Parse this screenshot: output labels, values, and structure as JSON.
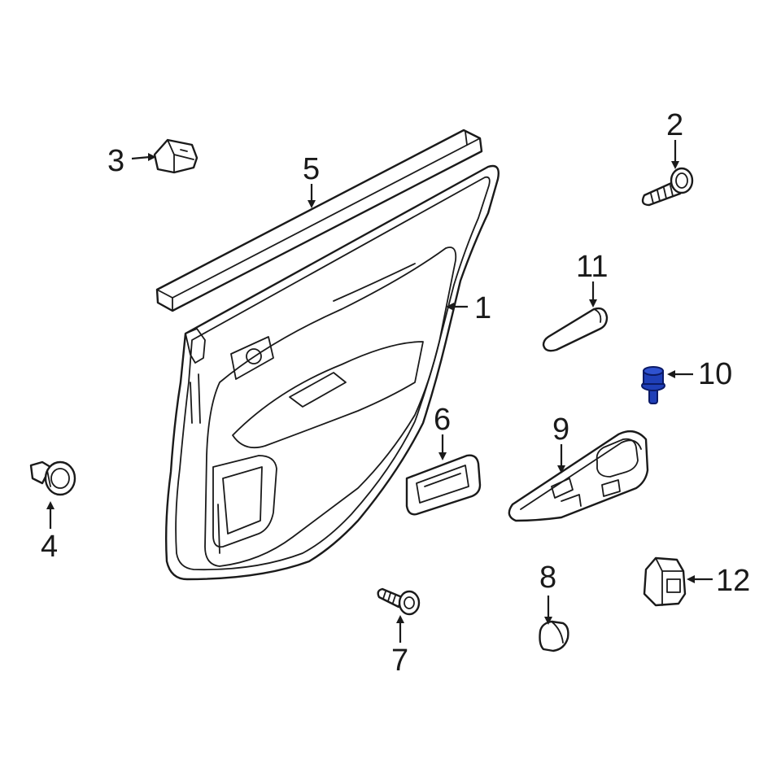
{
  "callouts": [
    {
      "id": "1",
      "label": "1"
    },
    {
      "id": "2",
      "label": "2"
    },
    {
      "id": "3",
      "label": "3"
    },
    {
      "id": "4",
      "label": "4"
    },
    {
      "id": "5",
      "label": "5"
    },
    {
      "id": "6",
      "label": "6"
    },
    {
      "id": "7",
      "label": "7"
    },
    {
      "id": "8",
      "label": "8"
    },
    {
      "id": "9",
      "label": "9"
    },
    {
      "id": "10",
      "label": "10"
    },
    {
      "id": "11",
      "label": "11"
    },
    {
      "id": "12",
      "label": "12"
    }
  ],
  "colors": {
    "line": "#1a1a1a",
    "highlight_fill": "#1f3fb8",
    "highlight_stroke": "#0b1a66",
    "background": "#ffffff"
  }
}
